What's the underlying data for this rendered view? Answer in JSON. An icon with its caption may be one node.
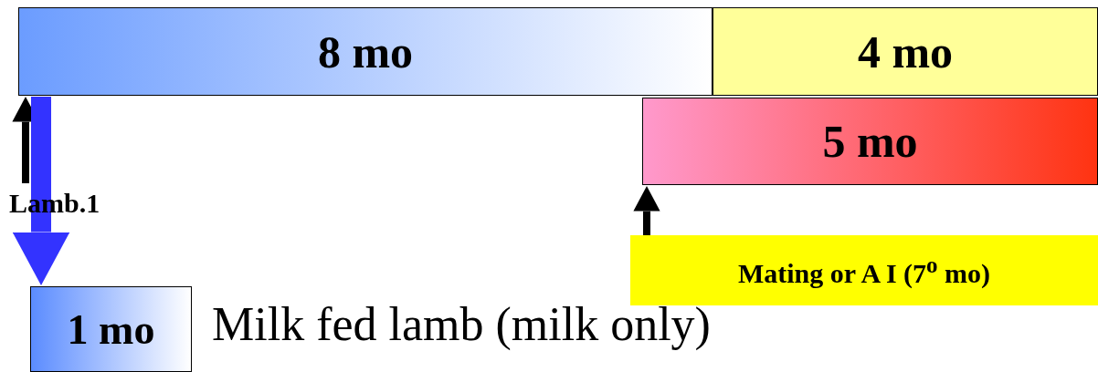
{
  "diagram": {
    "nodes": [
      {
        "text": [
          "8 mo"
        ]
      },
      {
        "text": [
          "4 mo"
        ]
      },
      {
        "text": [
          "5 mo"
        ]
      },
      {
        "text": [
          "Lamb.1"
        ]
      },
      {
        "text": [
          "Mating or A I (7$^{o}$ mo)"
        ]
      },
      {
        "text": [
          "1 mo"
        ],
        "beside": [
          "Milk fed lamb (milk only)"
        ]
      }
    ],
    "edges": [
      {
        "from": 3,
        "to": 0,
        "arrow": "to"
      },
      {
        "from": 4,
        "to": 2,
        "arrow": "to"
      },
      {
        "from": 0,
        "to": 5,
        "arrow": "to",
        "style": "thick",
        "color": "#3333ff"
      }
    ]
  }
}
